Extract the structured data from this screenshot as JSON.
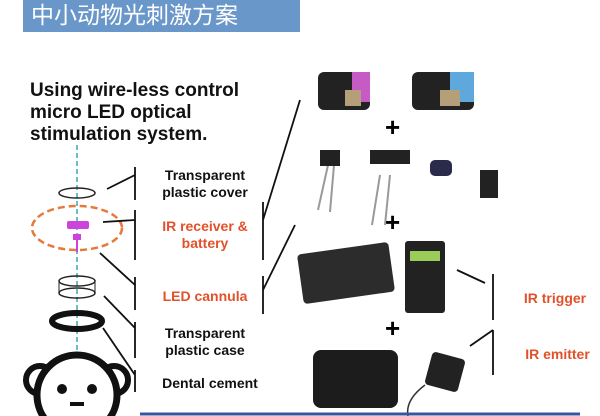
{
  "title": "中小动物光刺激方案",
  "headline": "Using wire-less control micro LED optical stimulation system.",
  "labels": {
    "cover": "Transparent plastic cover",
    "receiver": "IR receiver & battery",
    "cannula": "LED cannula",
    "case": "Transparent plastic case",
    "cement": "Dental cement",
    "trigger": "IR trigger",
    "emitter": "IR emitter"
  },
  "plus": "+",
  "colors": {
    "title_bg": "#6a97c9",
    "accent": "#e2512a",
    "magenta": "#cc44dd"
  }
}
